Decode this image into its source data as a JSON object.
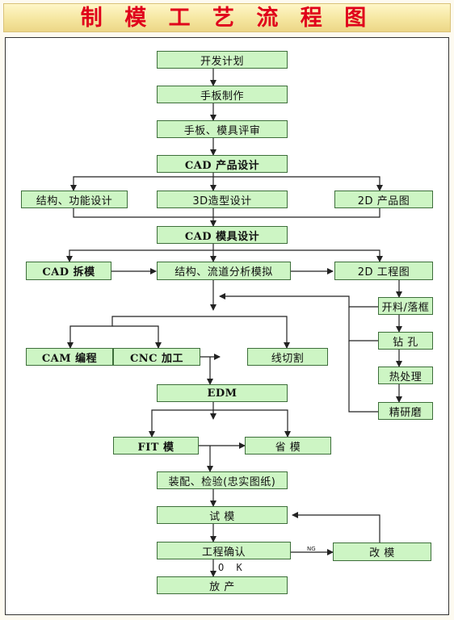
{
  "title": "制 模 工 艺 流 程 图",
  "nodes": {
    "dev_plan": "开发计划",
    "hand_board": "手板制作",
    "board_review": "手板、模具评审",
    "cad_product": "CAD  产品设计",
    "struct_func": "结构、功能设计",
    "design_3d": "3D造型设计",
    "product_2d": "2D  产品图",
    "cad_mold": "CAD  模具设计",
    "cad_split": "CAD   拆模",
    "flow_sim": "结构、流道分析模拟",
    "drawing_2d": "2D  工程图",
    "cutting": "开料/落框",
    "drilling": "钻    孔",
    "heat": "热处理",
    "grinding": "精研磨",
    "cam": "CAM  编程",
    "cnc": "CNC 加工",
    "wire_cut": "线切割",
    "edm": "EDM",
    "fit": "FIT  模",
    "save": "省    模",
    "assembly": "装配、检验(忠实图纸)",
    "trial": "试    模",
    "confirm": "工程确认",
    "modify": "改    模",
    "release": "放    产"
  },
  "labels": {
    "ng": "NG",
    "ok": "O K"
  },
  "colors": {
    "node_fill": "#cdf5c4",
    "node_border": "#3d6e3a",
    "title_text": "#e0001b"
  }
}
